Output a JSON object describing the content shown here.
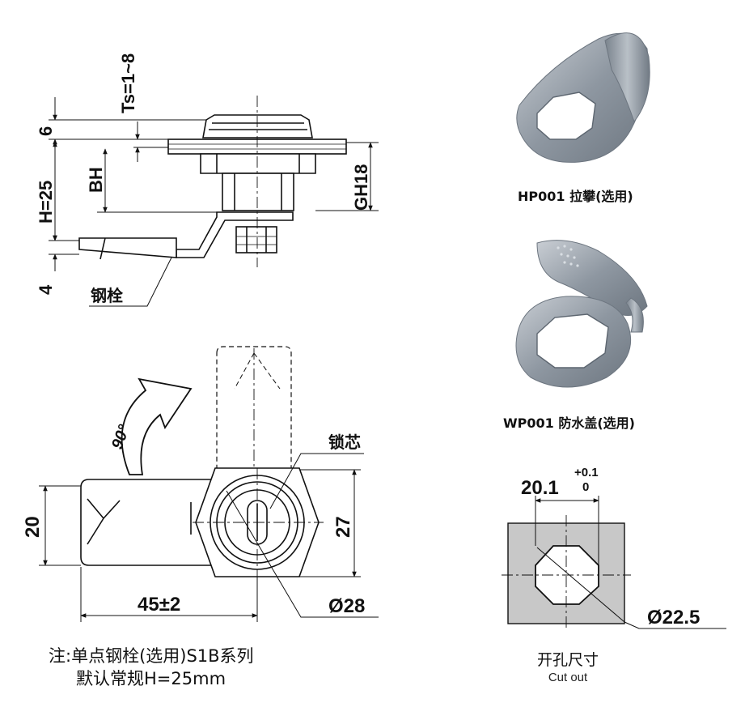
{
  "side_view": {
    "ts_label": "Ts=1~8",
    "six_label": "6",
    "h_label": "H=25",
    "bh_label": "BH",
    "gh_label": "GH18",
    "four_label": "4",
    "bolt_label": "钢栓"
  },
  "front_view": {
    "angle_label": "90°",
    "core_label": "锁芯",
    "width_label": "20",
    "height27_label": "27",
    "length_label": "45±2",
    "diameter_label": "Ø28"
  },
  "accessories": {
    "hp_caption": "HP001 拉攀(选用)",
    "wp_caption": "WP001 防水盖(选用)"
  },
  "cutout": {
    "width_label": "20.1",
    "tol_upper": "+0.1",
    "tol_lower": "0",
    "diameter_label": "Ø22.5",
    "title": "开孔尺寸",
    "subtitle": "Cut out"
  },
  "note": {
    "line1": "注:单点钢栓(选用)S1B系列",
    "line2": "默认常规H=25mm"
  },
  "colors": {
    "line": "#111111",
    "gray_fill": "#c8c8c8",
    "accessory_fill": "#9aa3ad"
  }
}
